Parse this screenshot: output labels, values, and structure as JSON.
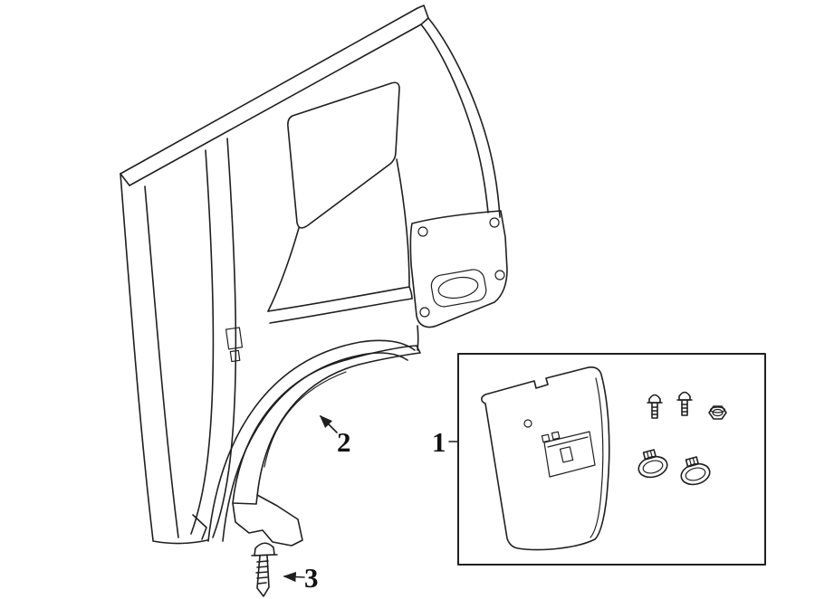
{
  "colors": {
    "line": "#1f1f1f",
    "background": "#ffffff",
    "label": "#111111"
  },
  "callouts": [
    {
      "label": "1",
      "target": "splash-guard-kit-box"
    },
    {
      "label": "2",
      "target": "wheel-arch-molding"
    },
    {
      "label": "3",
      "target": "molding-screw"
    }
  ],
  "icons": {
    "quarter_panel": "quarter-panel-line-art",
    "wheel_arch_molding": "wheel-arch-molding-line-art",
    "screw": "screw-fastener-line-art",
    "mud_flap": "mud-flap-line-art",
    "bolts": "shoulder-bolt-icons",
    "nut": "flange-nut-icon",
    "clamps": "band-clamp-icons"
  }
}
